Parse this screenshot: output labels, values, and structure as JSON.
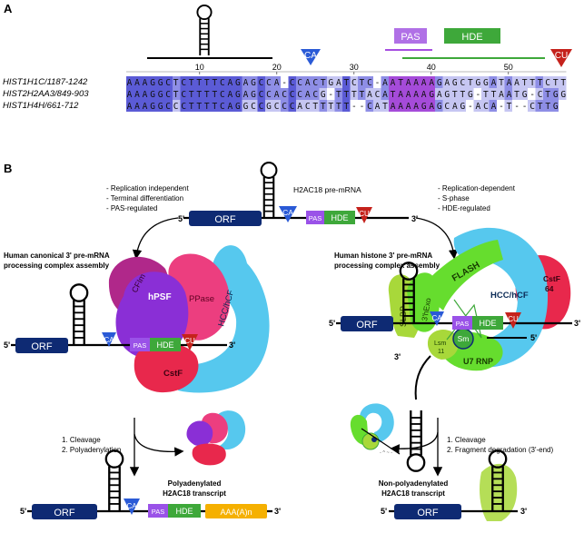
{
  "panels": {
    "a": {
      "label": "A"
    },
    "b": {
      "label": "B"
    }
  },
  "alignment": {
    "feature_labels": {
      "ca": "CA",
      "pas": "PAS",
      "hde": "HDE",
      "cu": "CU"
    },
    "ruler_ticks": [
      "10",
      "20",
      "30",
      "40",
      "50"
    ],
    "rows": [
      {
        "name": "HIST1H1C/1187-1242",
        "seq": "AAAGGCTCTTTTCAGAGCCA-CCACTGATCTC-AATAAAAGAGCTGGATAATTTCTT"
      },
      {
        "name": "HIST2H2AA3/849-903",
        "seq": "AAAGGCTCTTTTCAGAGCCACCCACG-TTTTACATAAAAGAGTTG-TTAATG-CTGG"
      },
      {
        "name": "HIST1H4H/661-712",
        "seq": "AAAGGCCCTTTTCAGGCCGCCCACTTTTT--CATAAAAGAGCAG-ACA-T--CTTG"
      }
    ],
    "colors": {
      "dark": "#5b5bd6",
      "mid": "#8e8ee6",
      "light": "#c6c6f2",
      "purple": "#a54bd9"
    }
  },
  "pathway_b": {
    "ca": "CA",
    "pas": "PAS",
    "hde": "HDE",
    "cu": "CU",
    "orf": "ORF",
    "five": "5'",
    "three": "3'",
    "pre_mrna_title": "H2AC18 pre-mRNA",
    "left_notes": [
      "- Replication independent",
      "- Terminal differentiation",
      "- PAS-regulated"
    ],
    "right_notes": [
      "- Replication-dependent",
      "- S-phase",
      "- HDE-regulated"
    ],
    "left_complex_title": [
      "Human canonical 3' pre-mRNA",
      "processing complex assembly"
    ],
    "right_complex_title": [
      "Human histone 3' pre-mRNA",
      "processing complex assembly"
    ],
    "left_factors": {
      "cfim": "CFIm",
      "hpsf": "hPSF",
      "ppase": "PPase",
      "hcc": "HCC/hCF",
      "cstf": "CstF"
    },
    "right_factors": {
      "slbp": "SLBP",
      "exo": "3'hExo",
      "flash": "FLASH",
      "hcc": "HCC/hCF",
      "cstf64": [
        "CstF",
        "64"
      ],
      "lsm": [
        "Lsm",
        "11"
      ],
      "sm": "Sm",
      "u7": "U7 RNP"
    },
    "left_steps": [
      "1. Cleavage",
      "2. Polyadenylation"
    ],
    "right_steps": [
      "1. Cleavage",
      "2. Fragment degradation (3'-end)"
    ],
    "left_product": [
      "Polyadenylated",
      "H2AC18 transcript"
    ],
    "right_product": [
      "Non-polyadenylated",
      "H2AC18 transcript"
    ],
    "polya": "AAA(A)n",
    "colors": {
      "navy": "#0e2a73",
      "purple": "#9a52e8",
      "green": "#3ea83a",
      "red": "#c5221c",
      "blue": "#2a5ad6",
      "magenta": "#b0288a",
      "violet": "#8a2fd6",
      "pink": "#ec3e7f",
      "cyan": "#56c8ee",
      "crimson": "#e8284c",
      "lime": "#a8d83a",
      "bright": "#66dd2e",
      "orange": "#f5b000"
    }
  }
}
